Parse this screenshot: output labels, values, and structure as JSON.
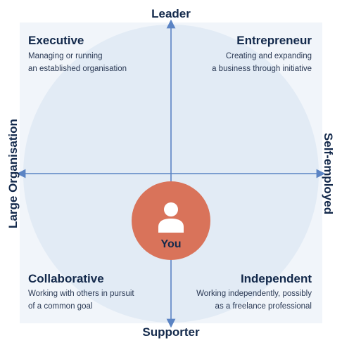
{
  "axes": {
    "top": "Leader",
    "bottom": "Supporter",
    "left": "Large Organisation",
    "right": "Self-employed"
  },
  "quadrants": {
    "top_left": {
      "title": "Executive",
      "line1": "Managing or running",
      "line2": "an established organisation"
    },
    "top_right": {
      "title": "Entrepreneur",
      "line1": "Creating and expanding",
      "line2": "a business through initiative"
    },
    "bottom_left": {
      "title": "Collaborative",
      "line1": "Working with others in pursuit",
      "line2": "of a common goal"
    },
    "bottom_right": {
      "title": "Independent",
      "line1": "Working independently, possibly",
      "line2": "as a freelance professional"
    }
  },
  "center": {
    "label": "You",
    "icon": "user-icon"
  },
  "colors": {
    "panel": "#f1f5fa",
    "ellipse": "#e2ebf5",
    "axis": "#5b84c4",
    "accent": "#d9735a",
    "text": "#13294b"
  }
}
